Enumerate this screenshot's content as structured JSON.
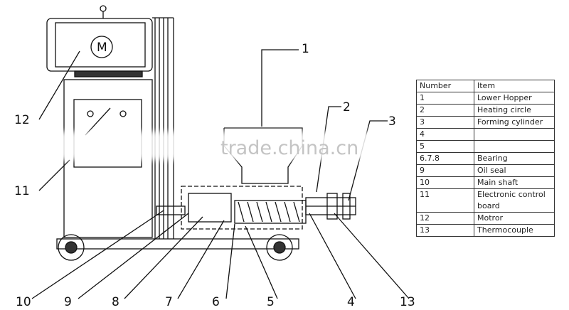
{
  "labels": [
    "1",
    "2",
    "3",
    "4",
    "5",
    "6",
    "7",
    "8",
    "9",
    "10",
    "11",
    "12",
    "13"
  ],
  "motor_symbol": "M",
  "watermark": "trade.china.cn",
  "table": {
    "headers": [
      "Number",
      "Item"
    ],
    "rows": [
      [
        "1",
        "Lower Hopper"
      ],
      [
        "2",
        "Heating circle"
      ],
      [
        "3",
        "Forming cylinder"
      ],
      [
        "4",
        ""
      ],
      [
        "5",
        ""
      ],
      [
        "6.7.8",
        "Bearing"
      ],
      [
        "9",
        "Oil seal"
      ],
      [
        "10",
        "Main shaft"
      ],
      [
        "11",
        "Electronic control board"
      ],
      [
        "12",
        "Motror"
      ],
      [
        "13",
        "Thermocouple"
      ]
    ]
  }
}
